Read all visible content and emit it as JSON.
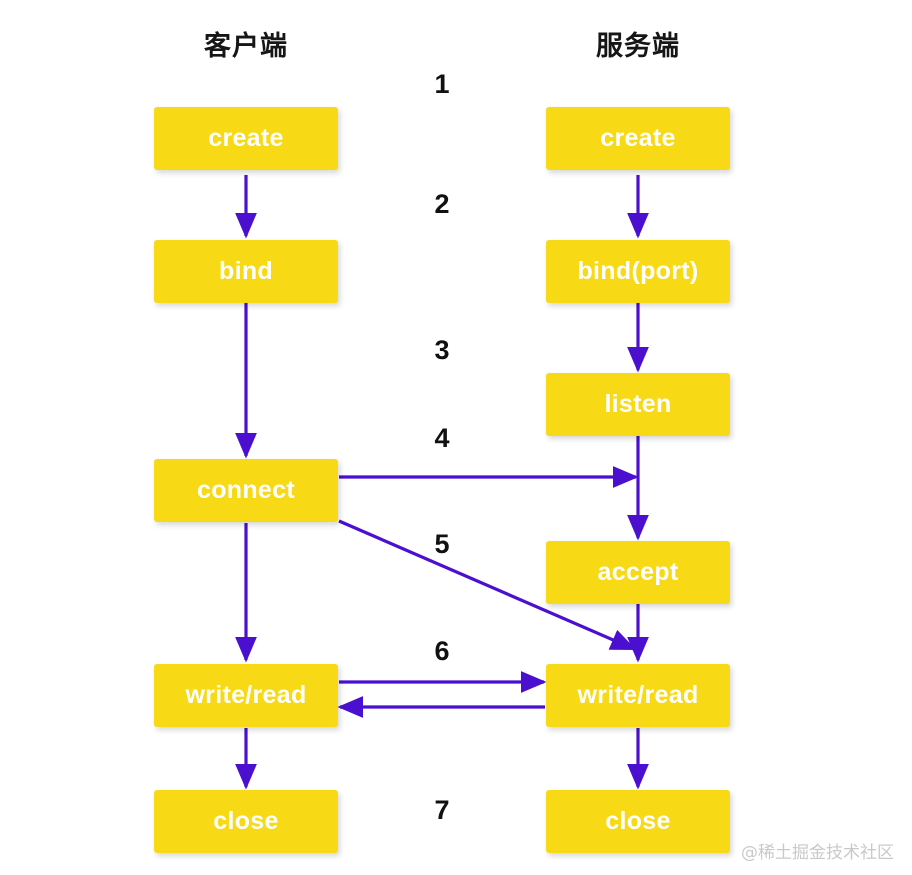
{
  "diagram": {
    "title_client": "客户端",
    "title_server": "服务端",
    "watermark": "@稀土掘金技术社区",
    "colors": {
      "node_fill": "#F7D916",
      "node_text": "#FFFFFF",
      "arrow": "#4B10CF",
      "title_text": "#161616",
      "step_text": "#111111",
      "background": "#FFFFFF",
      "watermark_text": "#C9C9C9"
    },
    "steps": [
      {
        "n": "1"
      },
      {
        "n": "2"
      },
      {
        "n": "3"
      },
      {
        "n": "4"
      },
      {
        "n": "5"
      },
      {
        "n": "6"
      },
      {
        "n": "7"
      }
    ],
    "client_nodes": [
      {
        "label": "create"
      },
      {
        "label": "bind"
      },
      {
        "label": "connect"
      },
      {
        "label": "write/read"
      },
      {
        "label": "close"
      }
    ],
    "server_nodes": [
      {
        "label": "create"
      },
      {
        "label": "bind(port)"
      },
      {
        "label": "listen"
      },
      {
        "label": "accept"
      },
      {
        "label": "write/read"
      },
      {
        "label": "close"
      }
    ]
  }
}
